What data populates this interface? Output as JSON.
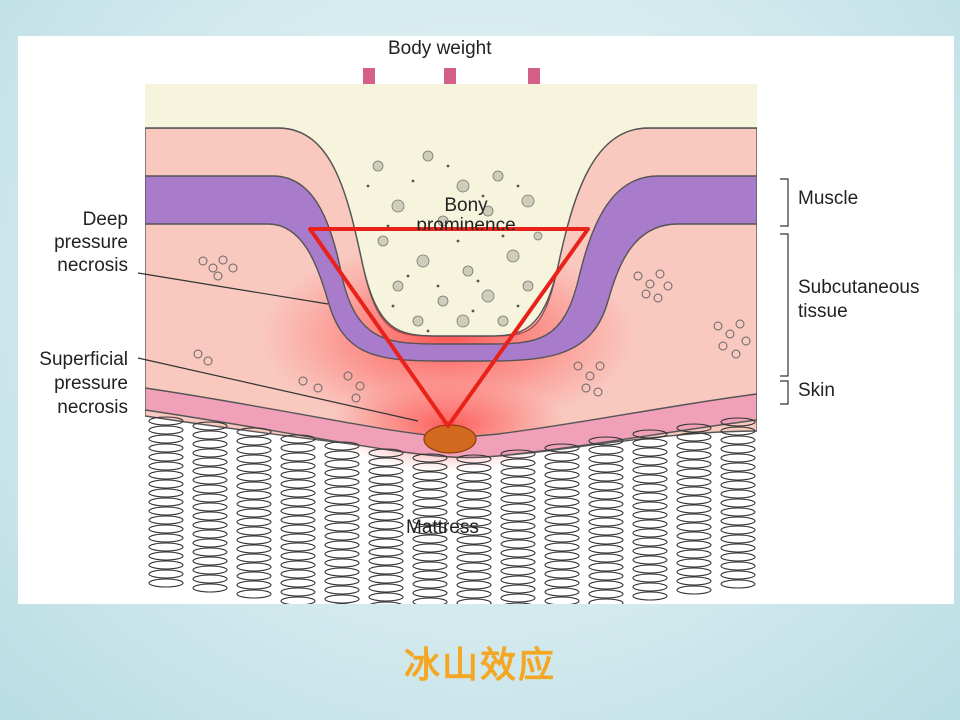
{
  "diagram": {
    "top_label": "Body weight",
    "bony_label_line1": "Bony",
    "bony_label_line2": "prominence",
    "mattress_label": "Mattress",
    "left_labels": {
      "deep": [
        "Deep",
        "pressure",
        "necrosis"
      ],
      "superficial": [
        "Superficial",
        "pressure",
        "necrosis"
      ]
    },
    "right_labels": {
      "muscle": "Muscle",
      "subcutaneous": [
        "Subcutaneous",
        "tissue"
      ],
      "skin": "Skin"
    },
    "colors": {
      "arrow": "#d4608a",
      "muscle": "#a97bcb",
      "tissue": "#f9c9c0",
      "skin": "#f0a0b8",
      "bone": "#f4f2d6",
      "triangle": "#e8221a",
      "contact_point": "#d2691e"
    }
  },
  "caption": "冰山效应"
}
